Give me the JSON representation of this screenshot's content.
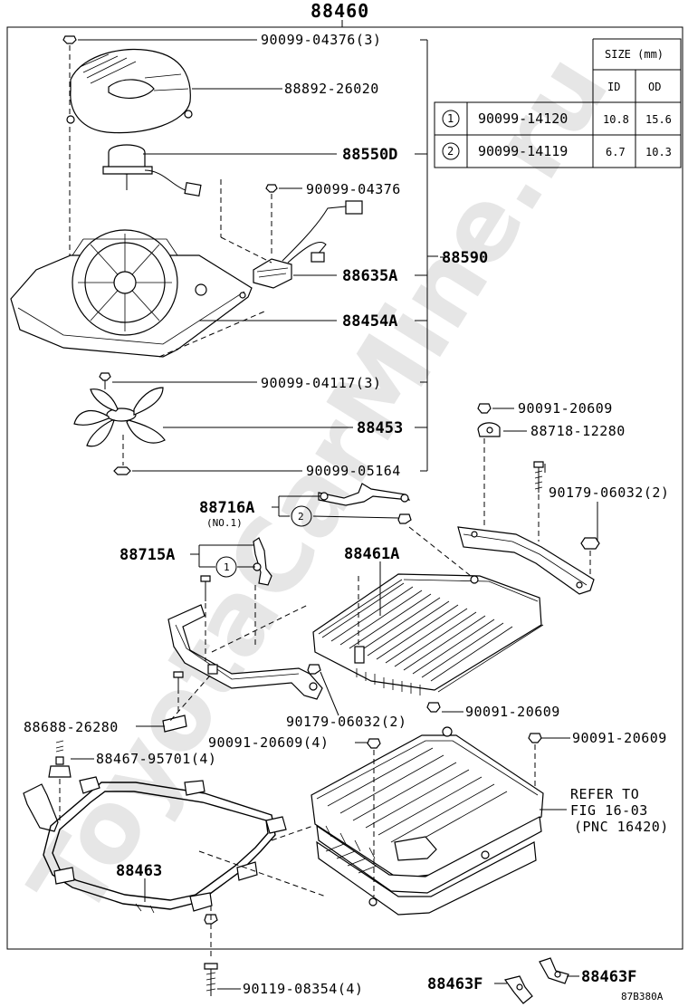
{
  "diagram": {
    "assembly_number": "88460",
    "sub_assembly_number": "88590",
    "figure_code": "87B380A",
    "watermark": "ToyotaCarMine.ru",
    "size_table": {
      "header": "SIZE (mm)",
      "col_id": "ID",
      "col_od": "OD",
      "rows": [
        {
          "mark": "1",
          "part": "90099-14120",
          "id": "10.8",
          "od": "15.6"
        },
        {
          "mark": "2",
          "part": "90099-14119",
          "id": "6.7",
          "od": "10.3"
        }
      ]
    },
    "labels": {
      "l_90099_04376_3": "90099-04376(3)",
      "l_88892_26020": "88892-26020",
      "l_88550d": "88550D",
      "l_90099_04376": "90099-04376",
      "l_88635a": "88635A",
      "l_88454a": "88454A",
      "l_90099_04117_3": "90099-04117(3)",
      "l_88453": "88453",
      "l_90099_05164": "90099-05164",
      "l_90091_20609_a": "90091-20609",
      "l_88718_12280": "88718-12280",
      "l_90179_06032_2_a": "90179-06032(2)",
      "l_88716a": "88716A",
      "l_no1": "(NO.1)",
      "l_mark2": "2",
      "l_88715a": "88715A",
      "l_mark1": "1",
      "l_88461a": "88461A",
      "l_88688_26280": "88688-26280",
      "l_90179_06032_2_b": "90179-06032(2)",
      "l_90091_20609_b": "90091-20609",
      "l_90091_20609_4": "90091-20609(4)",
      "l_90091_20609_c": "90091-20609",
      "l_88467_95701_4": "88467-95701(4)",
      "l_refer_to": "REFER TO",
      "l_fig": "FIG 16-03",
      "l_pnc": "(PNC 16420)",
      "l_88463": "88463",
      "l_90119_08354_4": "90119-08354(4)",
      "l_88463f_a": "88463F",
      "l_88463f_b": "88463F"
    }
  }
}
